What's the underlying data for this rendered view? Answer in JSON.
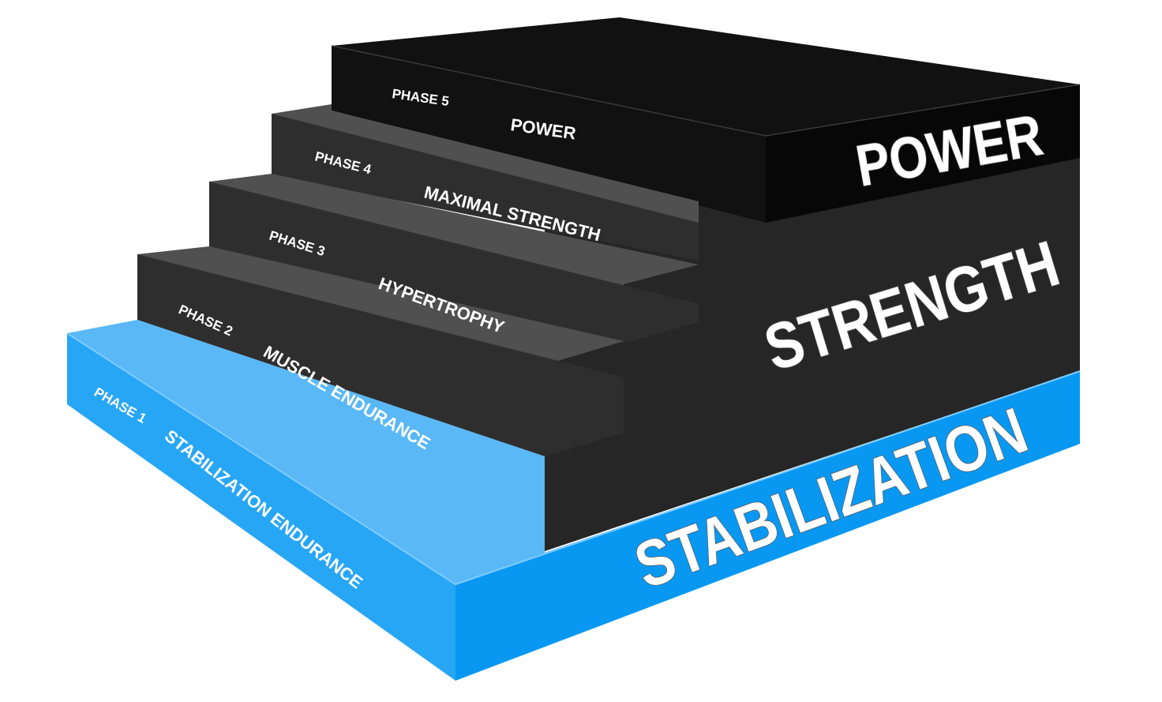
{
  "phases": [
    {
      "phase": "PHASE 1",
      "name": "STABILIZATION ENDURANCE"
    },
    {
      "phase": "PHASE 2",
      "name": "MUSCLE ENDURANCE"
    },
    {
      "phase": "PHASE 3",
      "name": "HYPERTROPHY"
    },
    {
      "phase": "PHASE 4",
      "name": "MAXIMAL STRENGTH"
    },
    {
      "phase": "PHASE 5",
      "name": "POWER"
    }
  ],
  "levels": {
    "power": "POWER",
    "strength": "STRENGTH",
    "stabilization": "STABILIZATION"
  },
  "colors": {
    "stabilization_top": "#5ab8f7",
    "stabilization_front": "#28a6f6",
    "stabilization_side": "#0898f2",
    "dark_top": "#505050",
    "dark_riser": "#2e2e2e",
    "strength_side": "#262626",
    "power_top": "#111111",
    "power_side": "#070707"
  }
}
